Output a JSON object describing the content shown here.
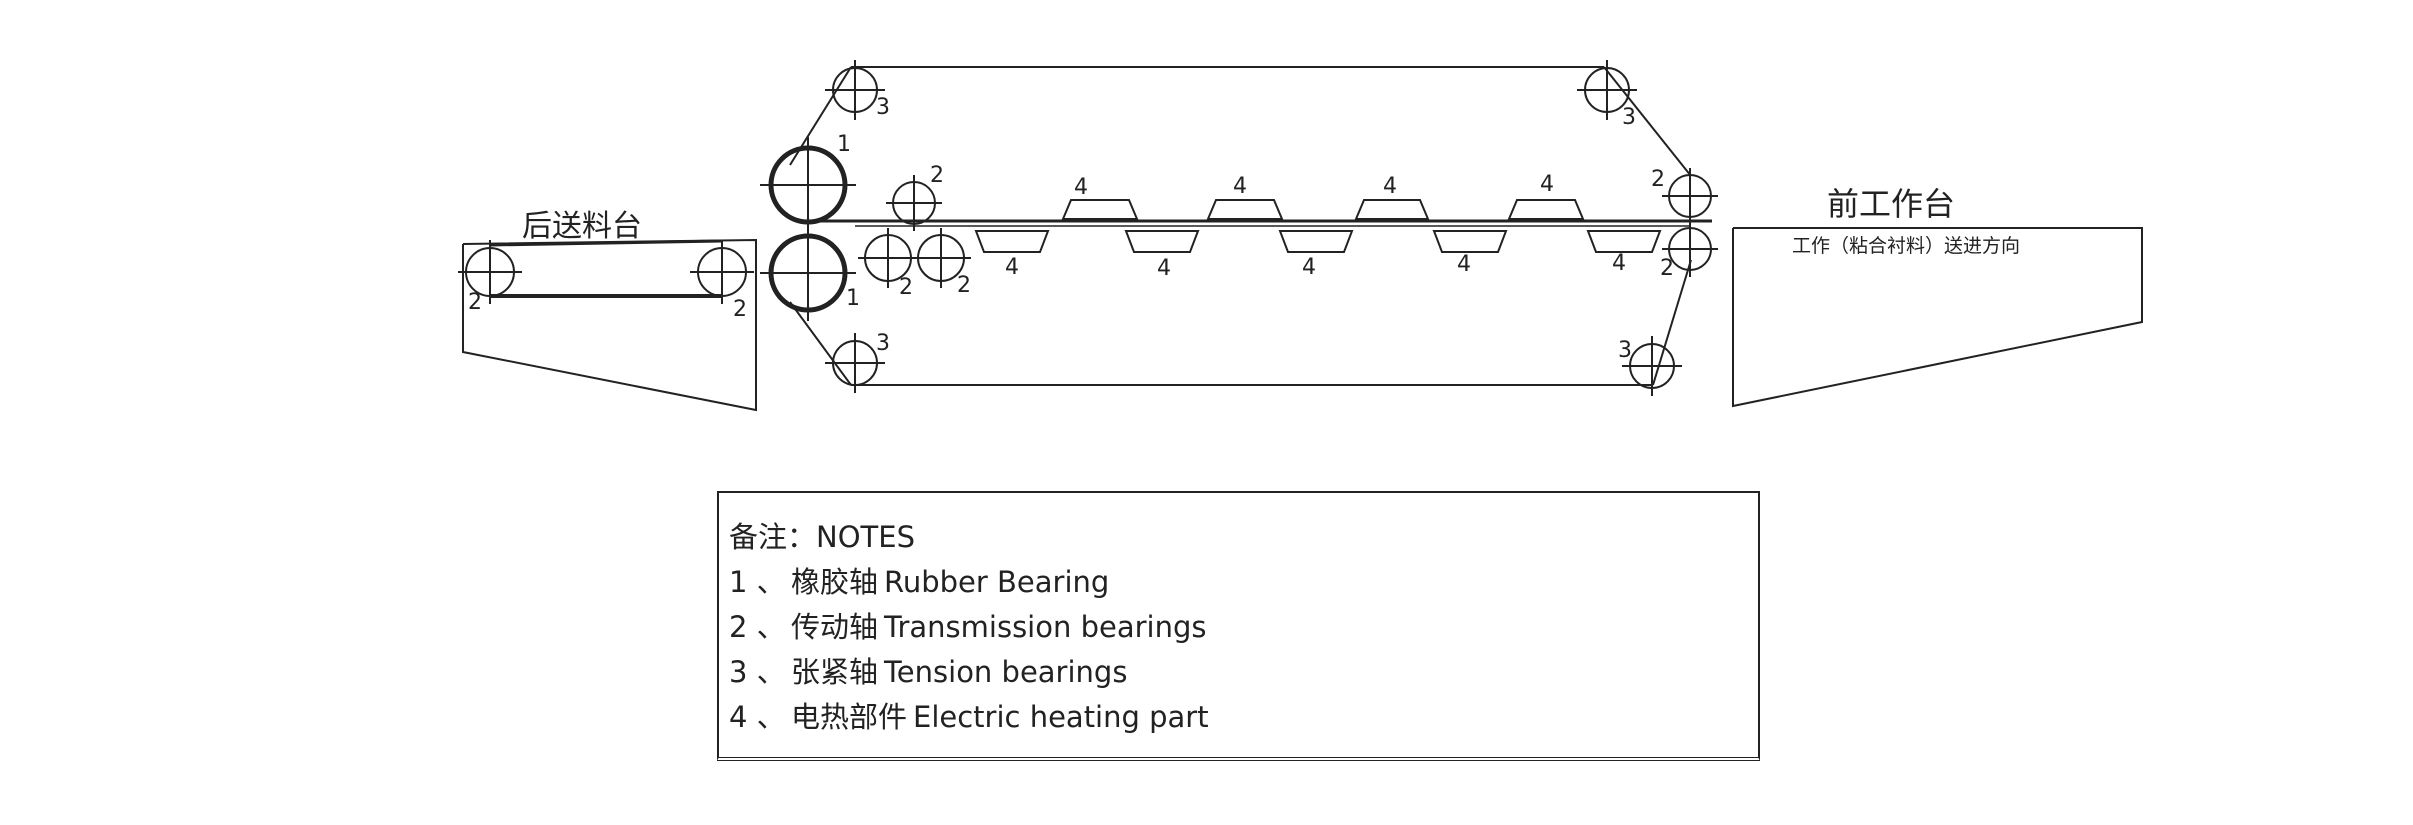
{
  "labels": {
    "rear_table": "后送料台",
    "front_table": "前工作台",
    "direction": "工作（粘合衬料）送进方向",
    "rubber_top": "1",
    "rubber_bottom": "1",
    "n2": "2",
    "n3": "3",
    "n4": "4"
  },
  "notes": {
    "title_cn": "备注：",
    "title_en": "NOTES",
    "items": [
      {
        "num": "1 、",
        "cn": "橡胶轴",
        "en": "Rubber Bearing"
      },
      {
        "num": "2 、",
        "cn": "传动轴",
        "en": "Transmission bearings"
      },
      {
        "num": "3 、",
        "cn": "张紧轴",
        "en": "Tension bearings"
      },
      {
        "num": "4 、",
        "cn": "电热部件",
        "en": "Electric heating part"
      }
    ]
  },
  "colors": {
    "line": "#222222",
    "background": "#ffffff"
  }
}
